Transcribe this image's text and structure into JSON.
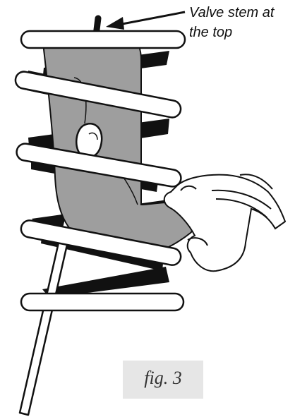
{
  "callout": {
    "line1": "Valve stem at",
    "line2": "the top"
  },
  "caption": {
    "text": "fig. 3"
  },
  "colors": {
    "ink": "#111111",
    "boot_fill": "#9e9e9e",
    "caption_bg": "#e6e6e6"
  }
}
